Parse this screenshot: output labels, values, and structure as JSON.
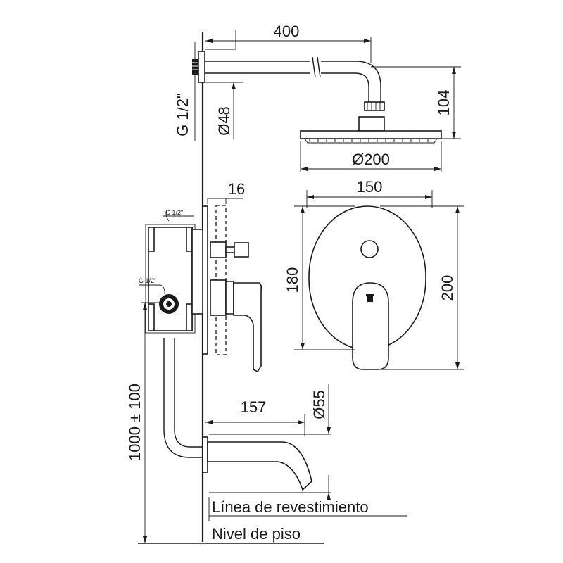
{
  "dimensions": {
    "arm_length": "400",
    "head_height": "104",
    "head_diameter": "Ø200",
    "flange_diameter": "Ø48",
    "thread_top": "G 1/2\"",
    "plate_depth": "16",
    "plate_width": "150",
    "plate_height_inner": "180",
    "plate_height_outer": "200",
    "valve_thread_top": "G 1/2\"",
    "valve_thread_side": "G 1/2\"",
    "install_height": "1000 ± 100",
    "spout_length": "157",
    "spout_diameter": "Ø55"
  },
  "labels": {
    "finish_line": "Línea de revestimiento",
    "floor_level": "Nivel de piso"
  }
}
